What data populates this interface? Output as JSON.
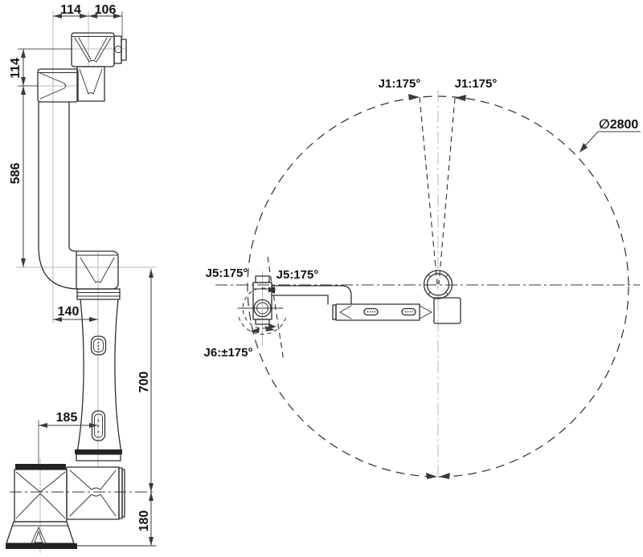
{
  "side_view": {
    "dims": {
      "top_left": "114",
      "top_right": "106",
      "wrist_drop": "114",
      "forearm": "586",
      "elbow_offset": "140",
      "column": "700",
      "base_offset": "185",
      "base_height": "180"
    }
  },
  "top_view": {
    "labels": {
      "j1_left": "J1:175°",
      "j1_right": "J1:175°",
      "j5_outer": "J5:175°",
      "j5_inner": "J5:175°",
      "j6": "J6:±175°",
      "envelope_diameter": "∅2800"
    }
  },
  "colors": {
    "ink": "#2e2e2e",
    "dim": "#3a3a3a",
    "text": "#111111",
    "light": "#b9b9b9",
    "bg": "#ffffff"
  }
}
